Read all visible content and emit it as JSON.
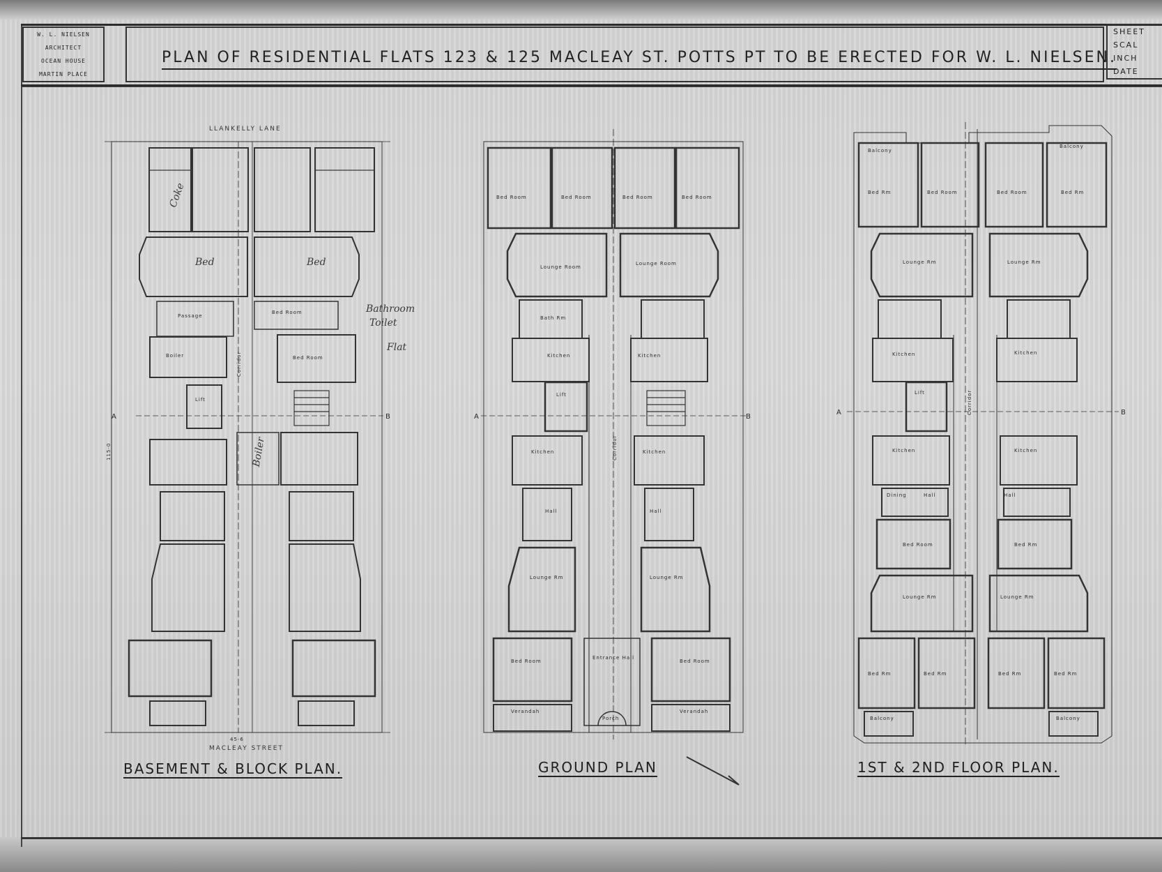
{
  "architect_block": {
    "lines": [
      "W. L. NIELSEN",
      "ARCHITECT",
      "OCEAN HOUSE",
      "MARTIN PLACE"
    ]
  },
  "title": {
    "text": "Plan of Residential Flats 123 & 125 Macleay St. Potts Pt to be erected for W. L. Nielsen."
  },
  "sheet_block": {
    "lines": [
      "SHEET",
      "SCAL",
      "INCH",
      "DATE"
    ]
  },
  "plans": {
    "basement": {
      "caption": "Basement & Block Plan.",
      "lane_label": "Llankelly Lane",
      "street_label": "Macleay Street",
      "frontage_dim": "45-6",
      "depth_dim": "115-0",
      "rooms": [
        "Passage",
        "Bed Room",
        "Bed Room",
        "Boiler",
        "Lift",
        "Corridor"
      ],
      "notes": [
        "Coke",
        "Bed",
        "Bed",
        "Bathroom",
        "Toilet",
        "Flat",
        "Boiler"
      ]
    },
    "ground": {
      "caption": "Ground Plan",
      "rooms": [
        "Bed Room",
        "Bed Room",
        "Bed Room",
        "Bed Room",
        "Lounge Room",
        "Lounge Room",
        "Bath Rm",
        "Kitchen",
        "Kitchen",
        "Lift",
        "Corridor",
        "Kitchen",
        "Kitchen",
        "Hall",
        "Hall",
        "Lounge Rm",
        "Lounge Rm",
        "Bed Room",
        "Entrance Hall",
        "Bed Room",
        "Verandah",
        "Porch",
        "Verandah"
      ]
    },
    "upper": {
      "caption": "1st & 2nd Floor Plan.",
      "rooms": [
        "Balcony",
        "Balcony",
        "Bed Rm",
        "Bed Room",
        "Bed Room",
        "Bed Rm",
        "Lounge Rm",
        "Lounge Rm",
        "Kitchen",
        "Kitchen",
        "Lift",
        "Corridor",
        "Kitchen",
        "Kitchen",
        "Dining",
        "Hall",
        "Hall",
        "Bed Room",
        "Bed Rm",
        "Lounge Rm",
        "Lounge Rm",
        "Bed Rm",
        "Bed Rm",
        "Bed Rm",
        "Bed Rm",
        "Balcony",
        "Balcony"
      ]
    }
  },
  "section_marks": {
    "a": "A",
    "b": "B"
  }
}
